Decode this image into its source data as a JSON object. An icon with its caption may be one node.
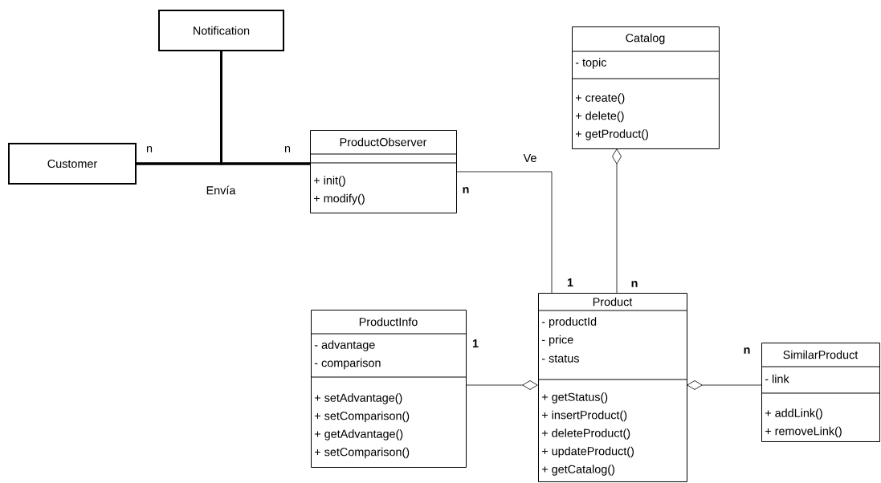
{
  "diagram": {
    "nodes": [
      {
        "text": [
          "Notification"
        ]
      },
      {
        "text": [
          "Catalog",
          "- topic",
          "+ create()",
          "+ delete()",
          "+ getProduct()"
        ]
      },
      {
        "text": [
          "Customer"
        ]
      },
      {
        "text": [
          "ProductObserver",
          "+ init()",
          "+ modify()"
        ]
      },
      {
        "text": [
          "Product",
          "- productId",
          "- price",
          "- status",
          "+ getStatus()",
          "+ insertProduct()",
          "+ deleteProduct()",
          "+ updateProduct()",
          "+ getCatalog()"
        ]
      },
      {
        "text": [
          "ProductInfo",
          "- advantage",
          "- comparison",
          "+ setAdvantage()",
          "+ setComparison()",
          "+ getAdvantage()",
          "+ setComparison()"
        ]
      },
      {
        "text": [
          "SimilarProduct",
          "- link",
          "+ addLink()",
          "+ removeLink()"
        ]
      }
    ],
    "edges": [
      {
        "from": 2,
        "to": 3,
        "arrow": "none",
        "label": "Envía",
        "style": "thick"
      },
      {
        "from": 0,
        "to": 2,
        "arrow": "none",
        "style": "thick"
      },
      {
        "from": 0,
        "to": 3,
        "arrow": "none",
        "style": "thick"
      },
      {
        "from": 3,
        "to": 4,
        "arrow": "none",
        "label": "Ve"
      },
      {
        "from": 1,
        "to": 4,
        "arrow": "other"
      },
      {
        "from": 4,
        "to": 5,
        "arrow": "other"
      },
      {
        "from": 4,
        "to": 6,
        "arrow": "other"
      }
    ],
    "labels": [
      "n",
      "n",
      "n",
      "1",
      "n",
      "1",
      "n"
    ]
  }
}
